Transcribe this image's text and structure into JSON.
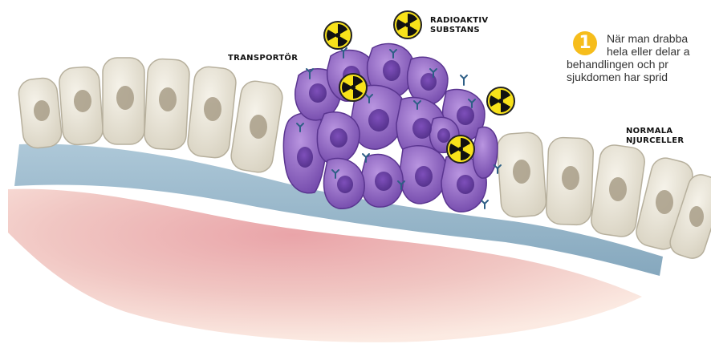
{
  "labels": {
    "radioactive": [
      "RADIOAKTIV",
      "SUBSTANS"
    ],
    "transporter": "TRANSPORTÖR",
    "normal_cells": [
      "NORMALA",
      "NJURCELLER"
    ]
  },
  "intro": {
    "step_number": "1",
    "lines": [
      "När man drabba",
      "hela eller delar a",
      "behandlingen och pr",
      "sjukdomen har sprid"
    ]
  },
  "colors": {
    "badge": "#f6bd1c",
    "tumor_cell": "#8c5bc4",
    "normal_cell": "#e9e4d6",
    "membrane": "#8fb1c6",
    "tissue": "#ecb5b5",
    "radiation_yellow": "#f8e21a"
  }
}
